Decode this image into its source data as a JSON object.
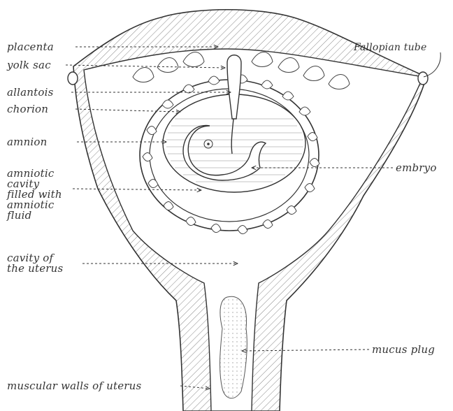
{
  "labels": {
    "placenta": "placenta",
    "yolk_sac": "yolk sac",
    "allantois": "allantois",
    "chorion": "chorion",
    "amnion": "amnion",
    "amniotic_cavity": [
      "amniotic",
      "cavity",
      "filled with",
      "amniotic",
      "fluid"
    ],
    "cavity_of_uterus": [
      "cavity of",
      "the uterus"
    ],
    "muscular_walls": "muscular walls of uterus",
    "fallopian_tube": "Fallopian tube",
    "embryo": "embryo",
    "mucus_plug": "mucus plug"
  },
  "colors": {
    "ink": "#333333",
    "hatch": "#6e6e6e",
    "paper": "#ffffff"
  }
}
